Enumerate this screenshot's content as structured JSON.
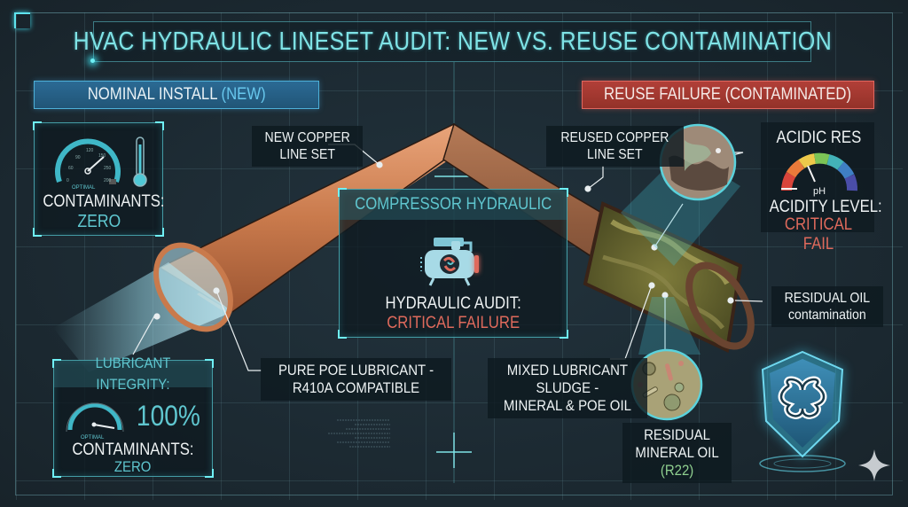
{
  "title": "HVAC HYDRAULIC LINESET AUDIT: NEW VS. REUSE CONTAMINATION",
  "colors": {
    "background": "#1c2a33",
    "accent_cyan": "#5fe4ee",
    "new_header": "#2b6a94",
    "reuse_header": "#b13f38",
    "critical_red": "#df6a5c",
    "copper": "#c97a4c",
    "r22_green": "#8fcf8f"
  },
  "left": {
    "header": {
      "label": "NOMINAL INSTALL",
      "accent": "(NEW)"
    },
    "status_panel": {
      "gauge_ticks": [
        "0",
        "60",
        "90",
        "120",
        "150",
        "250",
        "200"
      ],
      "gauge_caption": "OPTIMAL",
      "label": "CONTAMINANTS:",
      "value": "ZERO",
      "icons": [
        "gauge-icon",
        "thermometer-icon"
      ]
    },
    "pipe_label": {
      "line1": "NEW COPPER",
      "line2": "LINE SET"
    },
    "lubricant_label": {
      "line1": "PURE POE LUBRICANT -",
      "line2": "R410A COMPATIBLE"
    },
    "integrity_panel": {
      "title": "LUBRICANT INTEGRITY:",
      "percent": "100%",
      "gauge_caption": "OPTIMAL",
      "label": "CONTAMINANTS:",
      "value": "ZERO"
    }
  },
  "center": {
    "panel": {
      "title": "COMPRESSOR HYDRAULIC",
      "icon": "compressor-icon",
      "status_label": "HYDRAULIC AUDIT:",
      "status_value": "CRITICAL FAILURE"
    }
  },
  "right": {
    "header": {
      "label": "REUSE FAILURE (CONTAMINATED)"
    },
    "pipe_label": {
      "line1": "REUSED COPPER",
      "line2": "LINE SET"
    },
    "acid_panel": {
      "title": "ACIDIC RES",
      "gauge_unit": "pH",
      "label": "ACIDITY LEVEL:",
      "value": "CRITICAL FAIL",
      "ph_colors": [
        "#d9453b",
        "#ea7a3a",
        "#eec94a",
        "#7cc456",
        "#43b2b8",
        "#3f7fc4",
        "#4a4da8"
      ]
    },
    "residual_oil_label": {
      "line1": "RESIDUAL OIL",
      "line2": "contamination"
    },
    "sludge_label": {
      "line1": "MIXED LUBRICANT",
      "line2": "SLUDGE -",
      "line3": "MINERAL & POE OIL"
    },
    "mineral_label": {
      "line1": "RESIDUAL",
      "line2": "MINERAL OIL",
      "line3": "(R22)"
    },
    "badge_icon": "shield-knot-icon",
    "sparkle_icon": "sparkle-icon"
  }
}
